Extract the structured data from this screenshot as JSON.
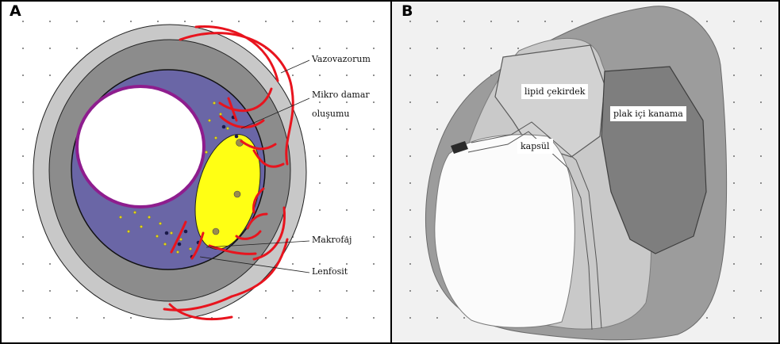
{
  "panel_a": {
    "letter": "A",
    "labels": {
      "vazovazorum": "Vazovazorum",
      "mikro_damar_line1": "Mikro damar",
      "mikro_damar_line2": "oluşumu",
      "makrofaj": "Makrofaj",
      "lenfosit": "Lenfosit"
    },
    "colors": {
      "outer_ring": "#c8c8c8",
      "media": "#8c8c8c",
      "intima": "#6a66a6",
      "lumen_border": "#8e1d8e",
      "core": "#ffff14",
      "vessels": "#e8141e",
      "macrophage": "#e0d21c",
      "lymphocyte": "#1a1a4a"
    }
  },
  "panel_b": {
    "letter": "B",
    "labels": {
      "lipid_core": "lipid çekirdek",
      "hemorrhage": "plak içi kanama",
      "capsule": "kapsül"
    }
  }
}
